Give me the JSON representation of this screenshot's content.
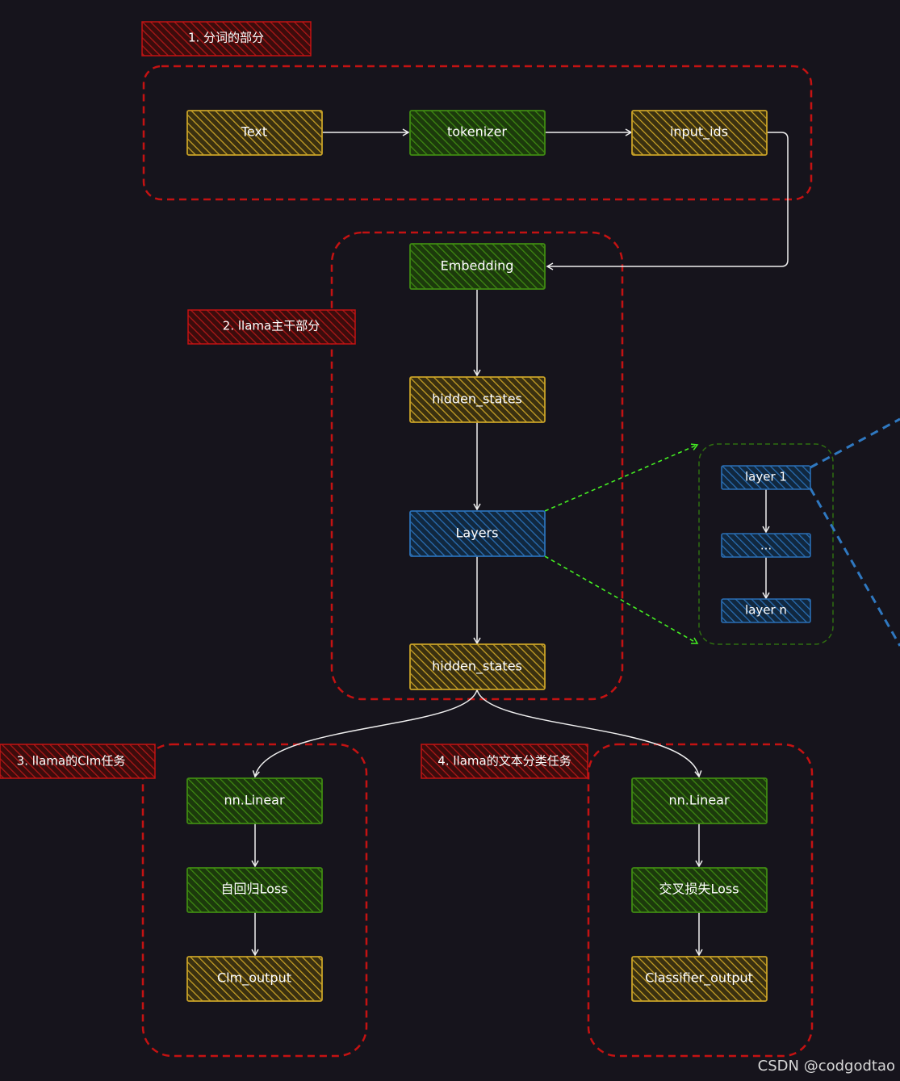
{
  "colors": {
    "background": "#16141c",
    "yellow": "#c9a227",
    "green": "#3f8a12",
    "blue": "#2a6fb5",
    "red": "#c41212",
    "dark_green": "#2f6e10",
    "link_green": "#44ee22",
    "link_blue": "#2f78c0",
    "arrow": "#f0f0f0"
  },
  "sections": {
    "tokenize": "1. 分词的部分",
    "backbone": "2. llama主干部分",
    "clm": "3. llama的Clm任务",
    "classify": "4. llama的文本分类任务"
  },
  "nodes": {
    "text": "Text",
    "tokenizer": "tokenizer",
    "input_ids": "input_ids",
    "embedding": "Embedding",
    "hidden_states_1": "hidden_states",
    "layers": "Layers",
    "hidden_states_2": "hidden_states",
    "layer_1": "layer 1",
    "layer_mid": "...",
    "layer_n": "layer n",
    "clm_linear": "nn.Linear",
    "clm_loss": "自回归Loss",
    "clm_output": "Clm_output",
    "cls_linear": "nn.Linear",
    "cls_loss": "交叉损失Loss",
    "cls_output": "Classifier_output"
  },
  "watermark": "CSDN @codgodtao"
}
